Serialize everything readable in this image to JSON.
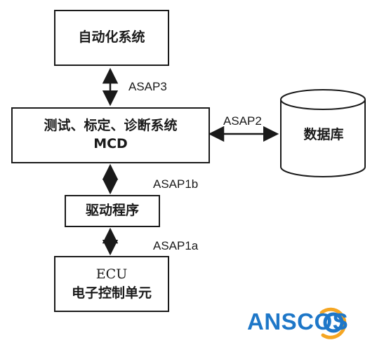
{
  "boxes": {
    "automation": {
      "label": "自动化系统"
    },
    "test_system": {
      "line1": "测试、标定、诊断系统",
      "line2": "MCD"
    },
    "database": {
      "label": "数据库"
    },
    "driver": {
      "label": "驱动程序"
    },
    "ecu": {
      "line1": "ECU",
      "line2": "电子控制单元"
    }
  },
  "interfaces": {
    "asap3": "ASAP3",
    "asap2": "ASAP2",
    "asap1b": "ASAP1b",
    "asap1a": "ASAP1a"
  },
  "logo": {
    "text": "ANSCOS",
    "colors": {
      "primary": "#1e77c8",
      "accent": "#f5a623"
    }
  }
}
